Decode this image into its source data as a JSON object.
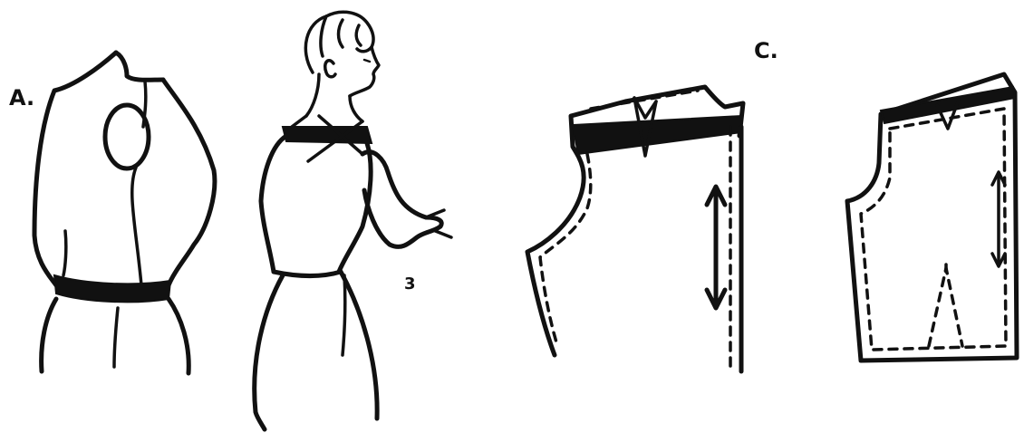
{
  "labels": {
    "a": "A.",
    "c": "C.",
    "three": "3"
  },
  "colors": {
    "ink": "#111111",
    "paper": "#ffffff"
  }
}
